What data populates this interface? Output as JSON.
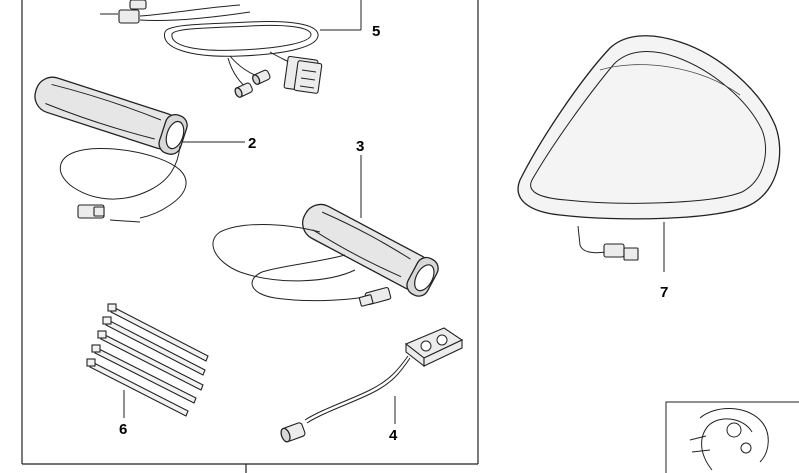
{
  "diagram": {
    "part_labels": {
      "p2": "2",
      "p3": "3",
      "p4": "4",
      "p5": "5",
      "p6": "6",
      "p7": "7"
    }
  }
}
